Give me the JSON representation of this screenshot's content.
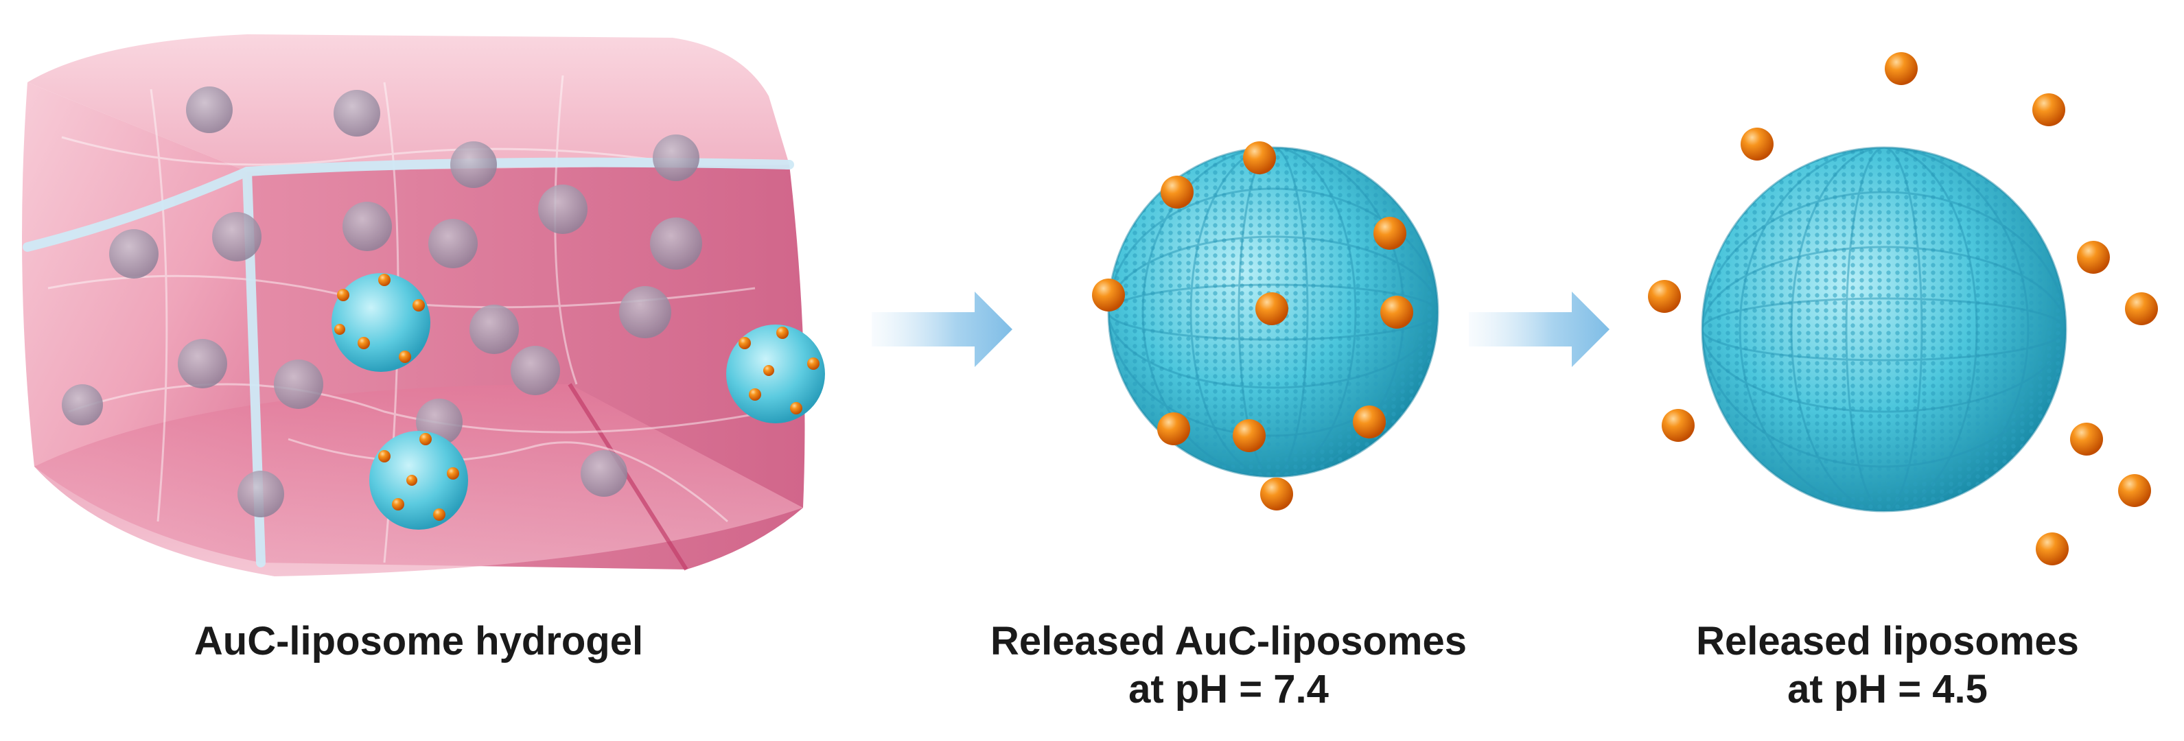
{
  "captions": {
    "hydrogel": "AuC-liposome hydrogel",
    "released_auc_line1": "Released AuC-liposomes",
    "released_auc_line2": "at pH = 7.4",
    "released_lipo_line1": "Released liposomes",
    "released_lipo_line2": "at pH = 4.5"
  },
  "colors": {
    "hydrogel_pink": "#e8859f",
    "hydrogel_edge": "#c9e6f3",
    "liposome_cyan": "#43bfd6",
    "liposome_grid": "#1f8fae",
    "gold_cluster": "#f07c1b",
    "arrow": "#8cc4e8",
    "text": "#1a1a1a"
  },
  "icons": {
    "hydrogel": "hydrogel-cube-icon",
    "liposome": "liposome-sphere-icon",
    "gold_cluster": "gold-nanocluster-icon",
    "arrow": "right-arrow-icon"
  }
}
